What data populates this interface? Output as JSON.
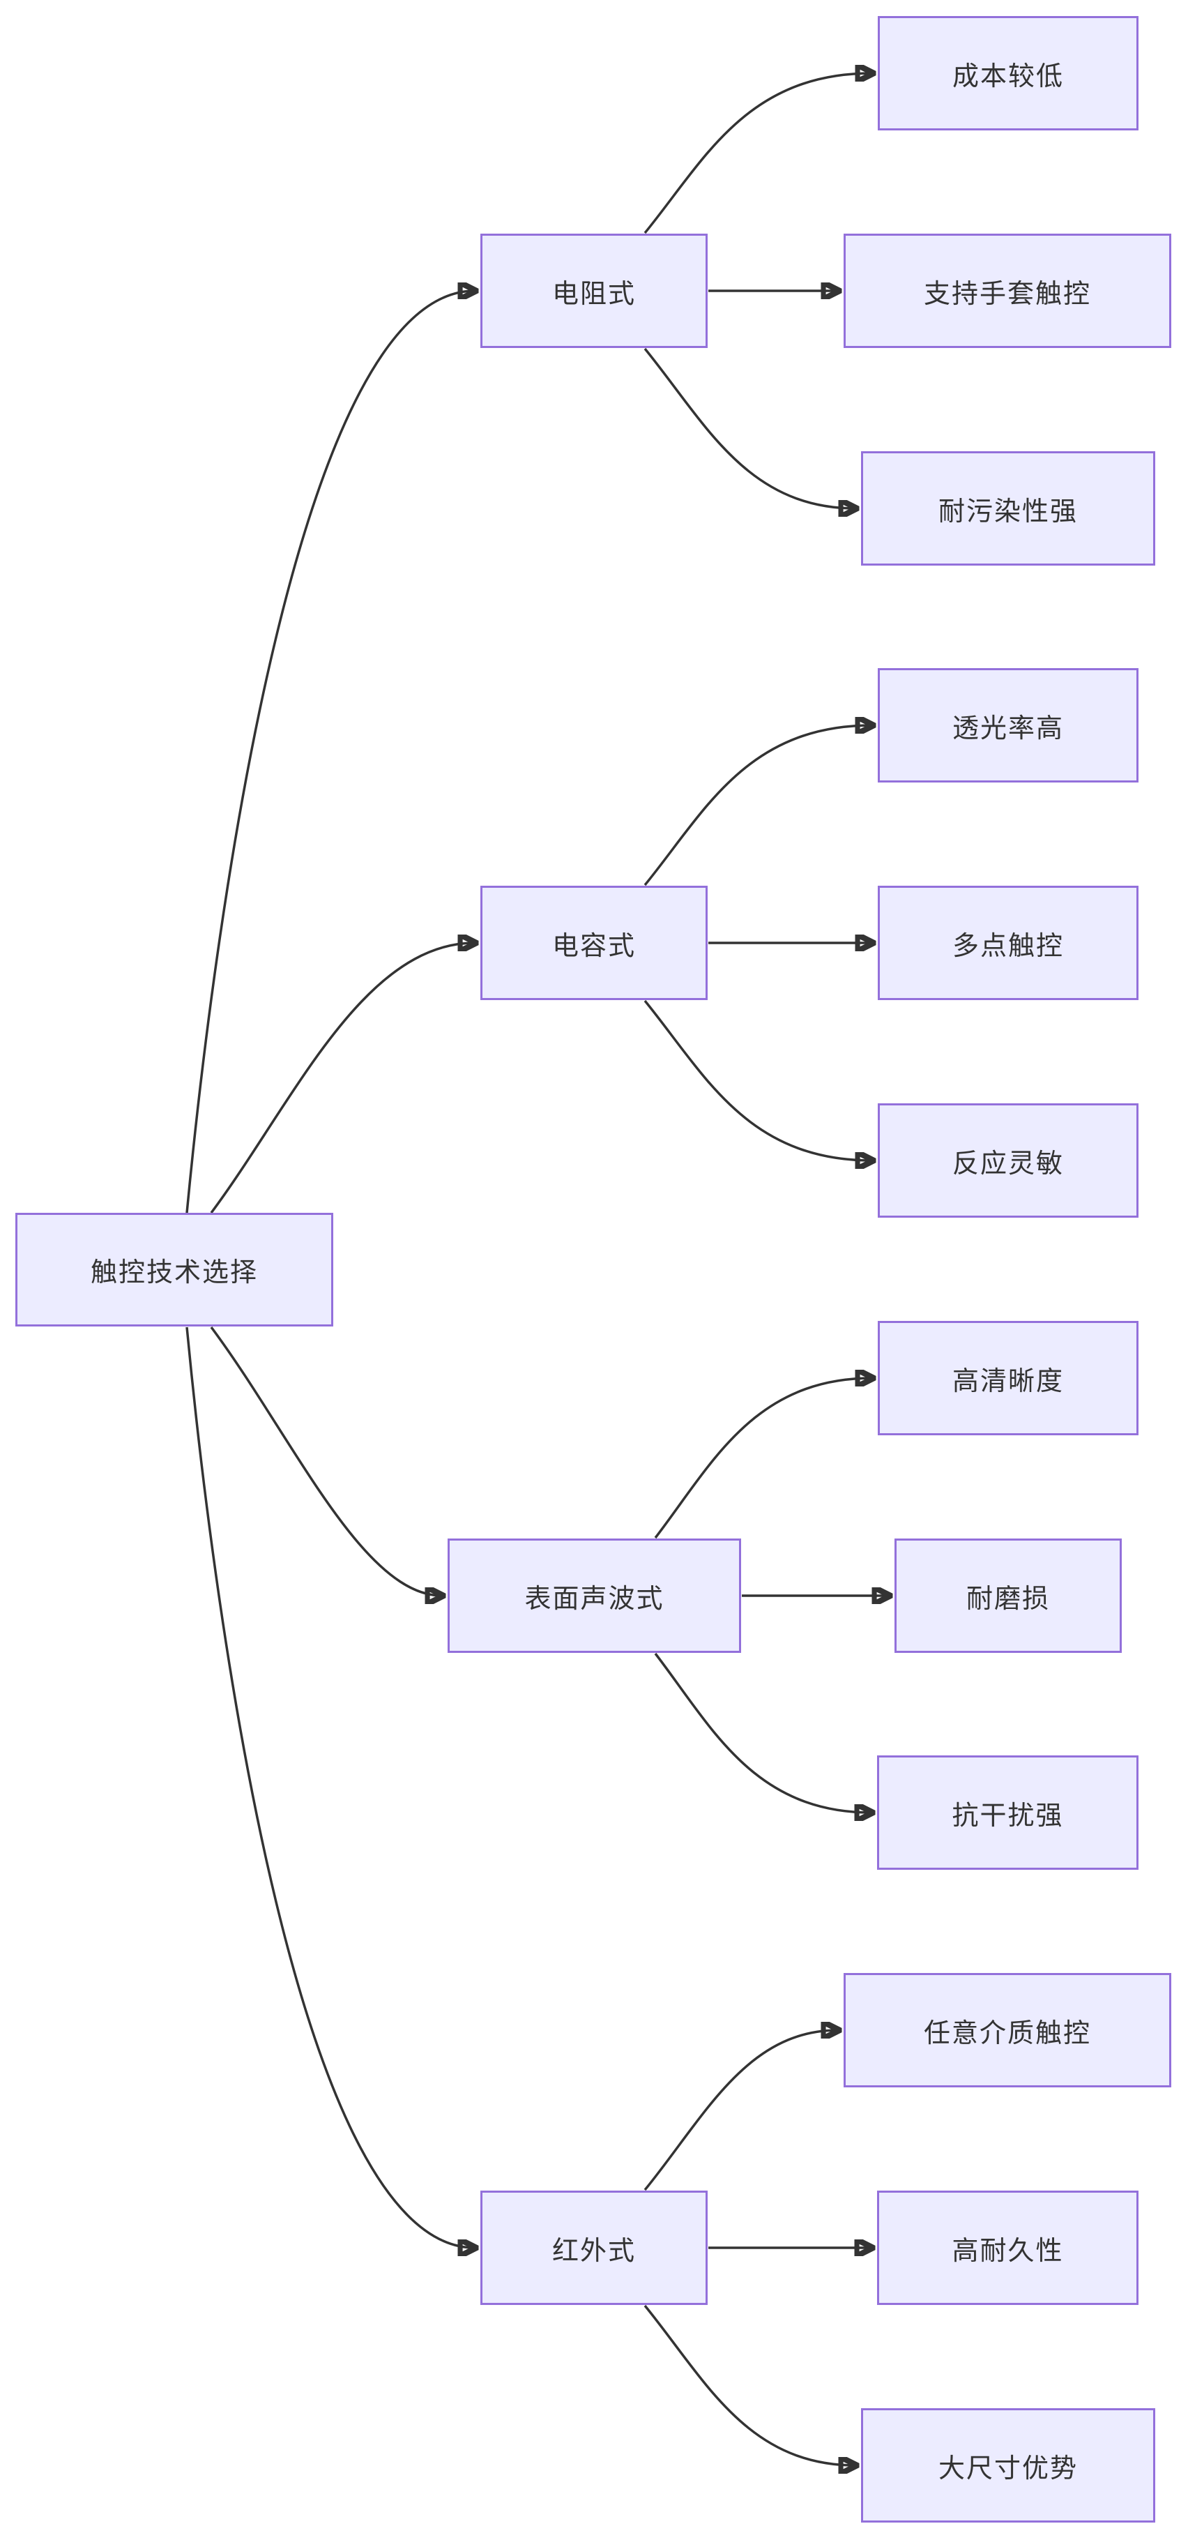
{
  "diagram": {
    "type": "flowchart-LR",
    "root": {
      "label": "触控技术选择"
    },
    "branches": [
      {
        "label": "电阻式",
        "leaves": [
          {
            "label": "成本较低"
          },
          {
            "label": "支持手套触控"
          },
          {
            "label": "耐污染性强"
          }
        ]
      },
      {
        "label": "电容式",
        "leaves": [
          {
            "label": "透光率高"
          },
          {
            "label": "多点触控"
          },
          {
            "label": "反应灵敏"
          }
        ]
      },
      {
        "label": "表面声波式",
        "leaves": [
          {
            "label": "高清晰度"
          },
          {
            "label": "耐磨损"
          },
          {
            "label": "抗干扰强"
          }
        ]
      },
      {
        "label": "红外式",
        "leaves": [
          {
            "label": "任意介质触控"
          },
          {
            "label": "高耐久性"
          },
          {
            "label": "大尺寸优势"
          }
        ]
      }
    ],
    "colors": {
      "node_fill": "#ECECFF",
      "node_border": "#9370DB",
      "edge": "#333333",
      "text": "#333333",
      "background": "#FFFFFF"
    }
  }
}
